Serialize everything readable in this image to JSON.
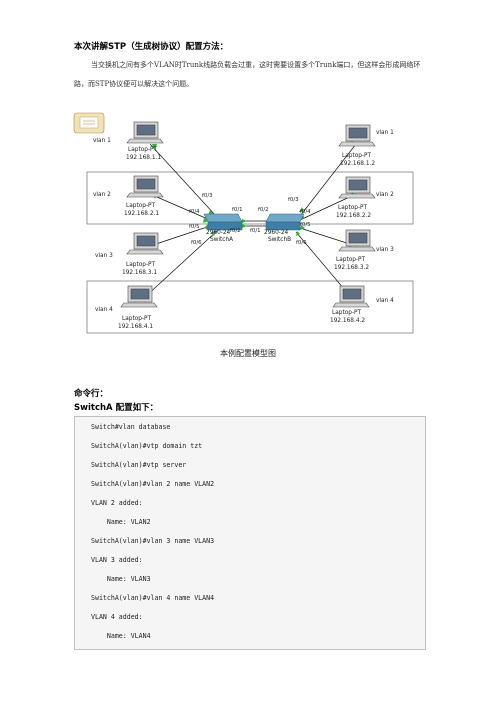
{
  "heading": "本次讲解STP（生成树协议）配置方法：",
  "intro": "当交换机之间有多个VLAN时Trunk线路负载会过重，这时需要设置多个Trunk端口，但这样会形成网络环路，而STP协议便可以解决这个问题。",
  "diagram": {
    "left_laptops": [
      {
        "vlan": "vlan 1",
        "model": "Laptop-PT",
        "ip": "192.168.1.1"
      },
      {
        "vlan": "vlan 2",
        "model": "Laptop-PT",
        "ip": "192.168.2.1"
      },
      {
        "vlan": "vlan 3",
        "model": "Laptop-PT",
        "ip": "192.168.3.1"
      },
      {
        "vlan": "vlan 4",
        "model": "Laptop-PT",
        "ip": "192.168.4.1"
      }
    ],
    "right_laptops": [
      {
        "vlan": "vlan 1",
        "model": "Laptop-PT",
        "ip": "192.168.1.2"
      },
      {
        "vlan": "vlan 2",
        "model": "Laptop-PT",
        "ip": "192.168.2.2"
      },
      {
        "vlan": "vlan 3",
        "model": "Laptop-PT",
        "ip": "192.168.3.2"
      },
      {
        "vlan": "vlan 4",
        "model": "Laptop-PT",
        "ip": "192.168.4.2"
      }
    ],
    "switch_a": {
      "model": "2960-24",
      "name": "SwitchA"
    },
    "switch_b": {
      "model": "2960-24",
      "name": "SwitchB"
    },
    "ports": {
      "a_p3": "f0/3",
      "a_p4": "f0/4",
      "a_p5": "f0/5",
      "a_p6": "f0/6",
      "a_p1": "f0/1",
      "a_p2": "f0/2",
      "b_p3": "f0/3",
      "b_p4": "f0/4",
      "b_p5": "f0/5",
      "b_p6": "f0/6",
      "b_p1": "f0/1",
      "b_p2": "f0/2"
    }
  },
  "caption": "本例配置模型图",
  "cmd_heading": "命令行：",
  "switcha_heading": "SwitchA 配置如下：",
  "code_lines": [
    "Switch#vlan database",
    "SwitchA(vlan)#vtp domain tzt",
    "SwitchA(vlan)#vtp server",
    "SwitchA(vlan)#vlan 2 name VLAN2",
    "VLAN 2 added:",
    "    Name: VLAN2",
    "SwitchA(vlan)#vlan 3 name VLAN3",
    "VLAN 3 added:",
    "    Name: VLAN3",
    "SwitchA(vlan)#vlan 4 name VLAN4",
    "VLAN 4 added:",
    "    Name: VLAN4"
  ]
}
